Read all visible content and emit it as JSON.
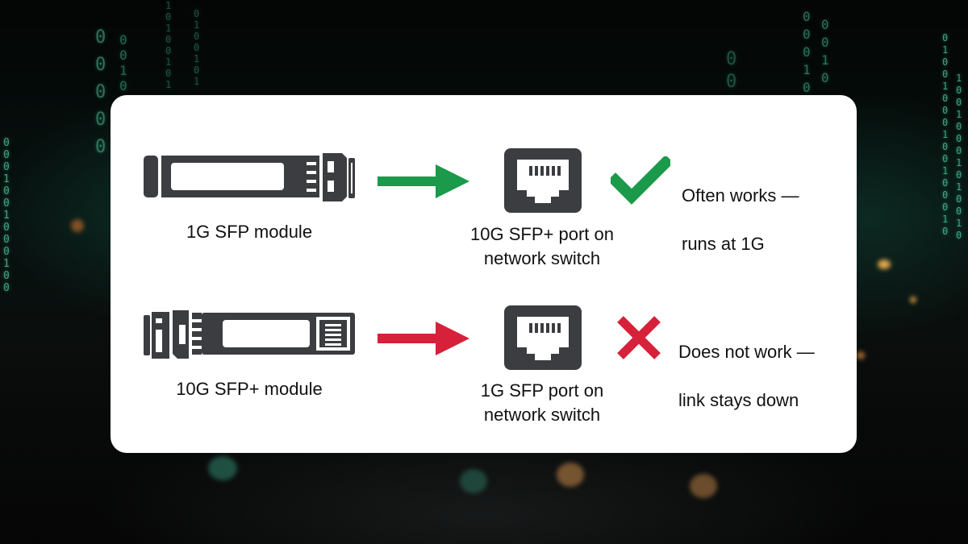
{
  "diagram": {
    "title": "SFP / SFP+ module and port compatibility",
    "rows": [
      {
        "module_label": "1G SFP module",
        "port_label_line1": "10G SFP+ port on",
        "port_label_line2": "network switch",
        "result_icon": "checkmark-icon",
        "result_line1": "Often works —",
        "result_line2": "runs at 1G",
        "arrow_color": "#1a9a4a",
        "result_color": "#1a9a4a",
        "status": "compatible"
      },
      {
        "module_label": "10G SFP+ module",
        "port_label_line1": "1G SFP port on",
        "port_label_line2": "network switch",
        "result_icon": "cross-icon",
        "result_line1": "Does not work —",
        "result_line2": "link stays down",
        "arrow_color": "#d7213a",
        "result_color": "#d7213a",
        "status": "incompatible"
      }
    ]
  },
  "colors": {
    "icon_dark": "#3b3d40",
    "card_bg": "#ffffff",
    "text": "#111111"
  }
}
